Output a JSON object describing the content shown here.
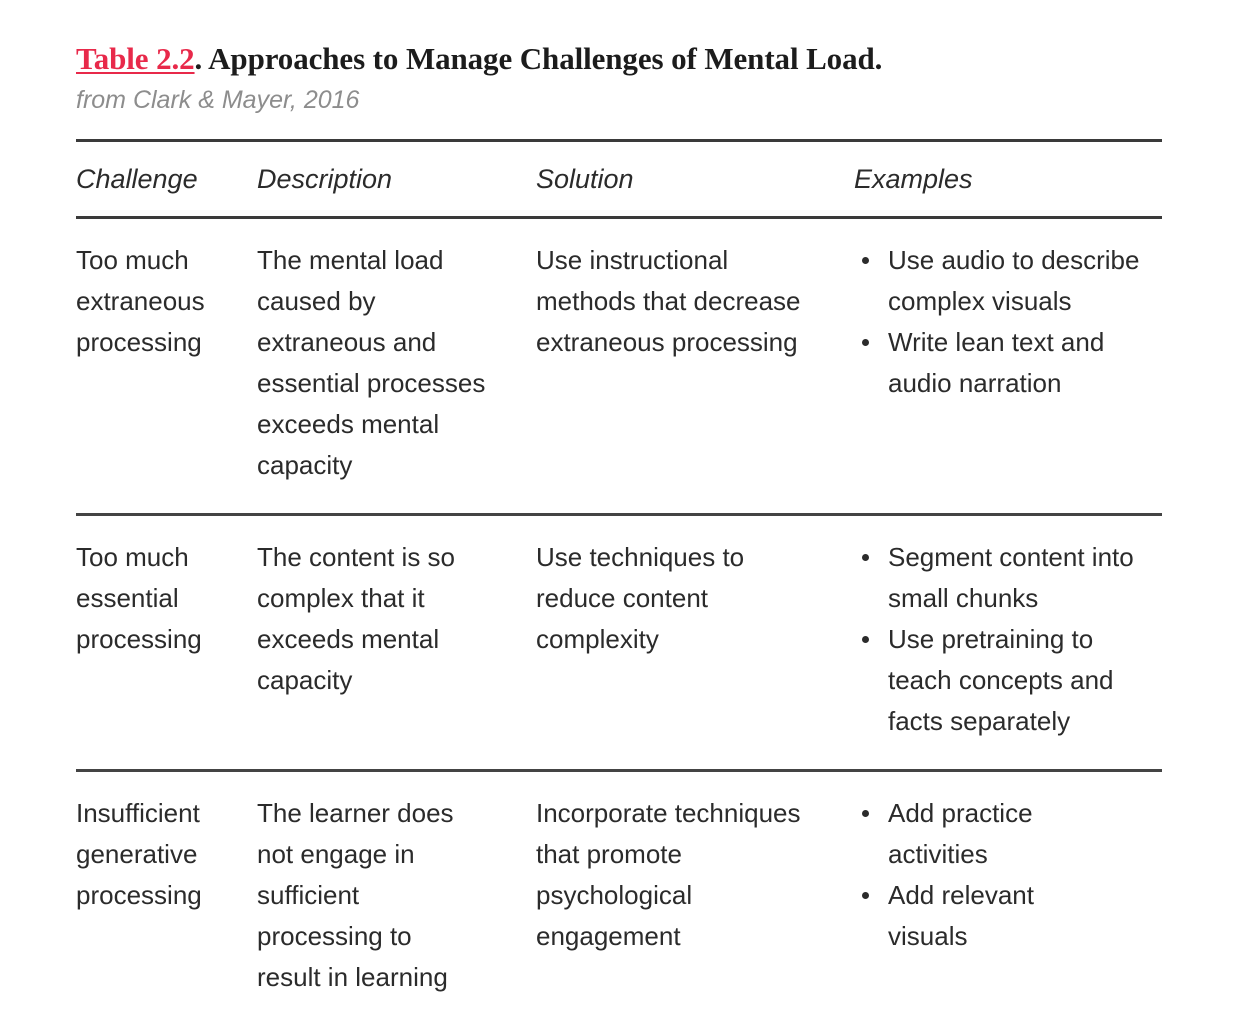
{
  "caption": {
    "label": "Table 2.2",
    "title_rest": ". Approaches to Manage Challenges of Mental Load.",
    "source": "from Clark & Mayer, 2016",
    "label_color": "#e8294a",
    "source_color": "#8d8d8d"
  },
  "table": {
    "headers": {
      "challenge": "Challenge",
      "description": "Description",
      "solution": "Solution",
      "examples": "Examples"
    },
    "rows": [
      {
        "challenge": [
          "Too much",
          "extraneous",
          "processing"
        ],
        "description": [
          "The mental load",
          "caused by",
          "extraneous and",
          "essential processes",
          "exceeds mental",
          "capacity"
        ],
        "solution": [
          "Use instructional",
          "methods that decrease",
          "extraneous processing"
        ],
        "examples": [
          [
            "Use audio to describe",
            "complex visuals"
          ],
          [
            "Write lean text and",
            "audio narration"
          ]
        ]
      },
      {
        "challenge": [
          "Too much",
          "essential",
          "processing"
        ],
        "description": [
          "The content is so",
          "complex that it",
          "exceeds mental",
          "capacity"
        ],
        "solution": [
          "Use techniques to",
          "reduce content",
          "complexity"
        ],
        "examples": [
          [
            "Segment content into",
            "small chunks"
          ],
          [
            "Use pretraining to",
            "teach concepts and",
            "facts separately"
          ]
        ]
      },
      {
        "challenge": [
          "Insufficient",
          "generative",
          "processing"
        ],
        "description": [
          "The learner does",
          "not engage in",
          "sufficient",
          "processing to",
          "result in learning"
        ],
        "solution": [
          "Incorporate techniques",
          "that promote",
          "psychological",
          "engagement"
        ],
        "examples": [
          [
            "Add practice",
            "activities"
          ],
          [
            "Add relevant",
            "visuals"
          ]
        ]
      }
    ]
  }
}
